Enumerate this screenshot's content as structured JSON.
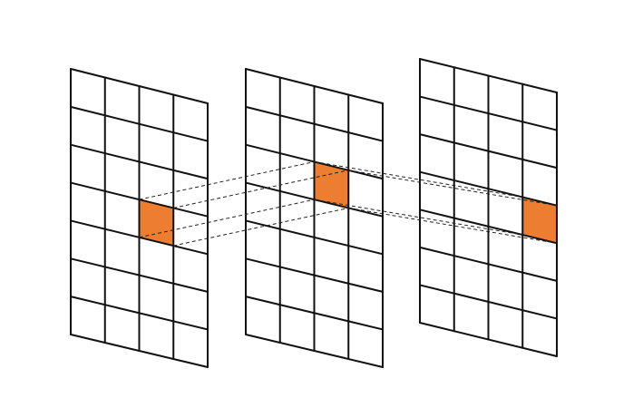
{
  "diagram": {
    "panels": [
      {
        "name": "left-grid",
        "columns": 4,
        "rows": 7,
        "highlight": {
          "column": 2,
          "row": 3
        }
      },
      {
        "name": "middle-grid",
        "columns": 4,
        "rows": 7,
        "highlight": {
          "column": 2,
          "row": 2
        }
      },
      {
        "name": "right-grid",
        "columns": 4,
        "rows": 7,
        "highlight": {
          "column": 3,
          "row": 3
        }
      }
    ],
    "highlight_color": "#ed7d31",
    "connector_style": "dashed",
    "connections": [
      {
        "from": "left-grid",
        "to": "middle-grid"
      },
      {
        "from": "middle-grid",
        "to": "right-grid"
      }
    ]
  }
}
